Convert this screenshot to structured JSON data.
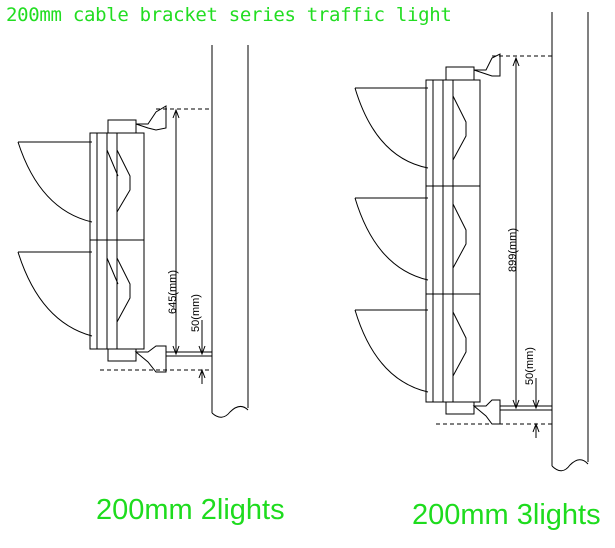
{
  "title": "200mm cable bracket series traffic light",
  "colors": {
    "label_green": "#1edc1e",
    "line": "#000000",
    "background": "#ffffff"
  },
  "diagrams": [
    {
      "caption": "200mm 2lights",
      "height_label": "645(mm)",
      "bracket_label": "50(mm)"
    },
    {
      "caption": "200mm 3lights",
      "height_label": "899(mm)",
      "bracket_label": "50(mm)"
    }
  ]
}
